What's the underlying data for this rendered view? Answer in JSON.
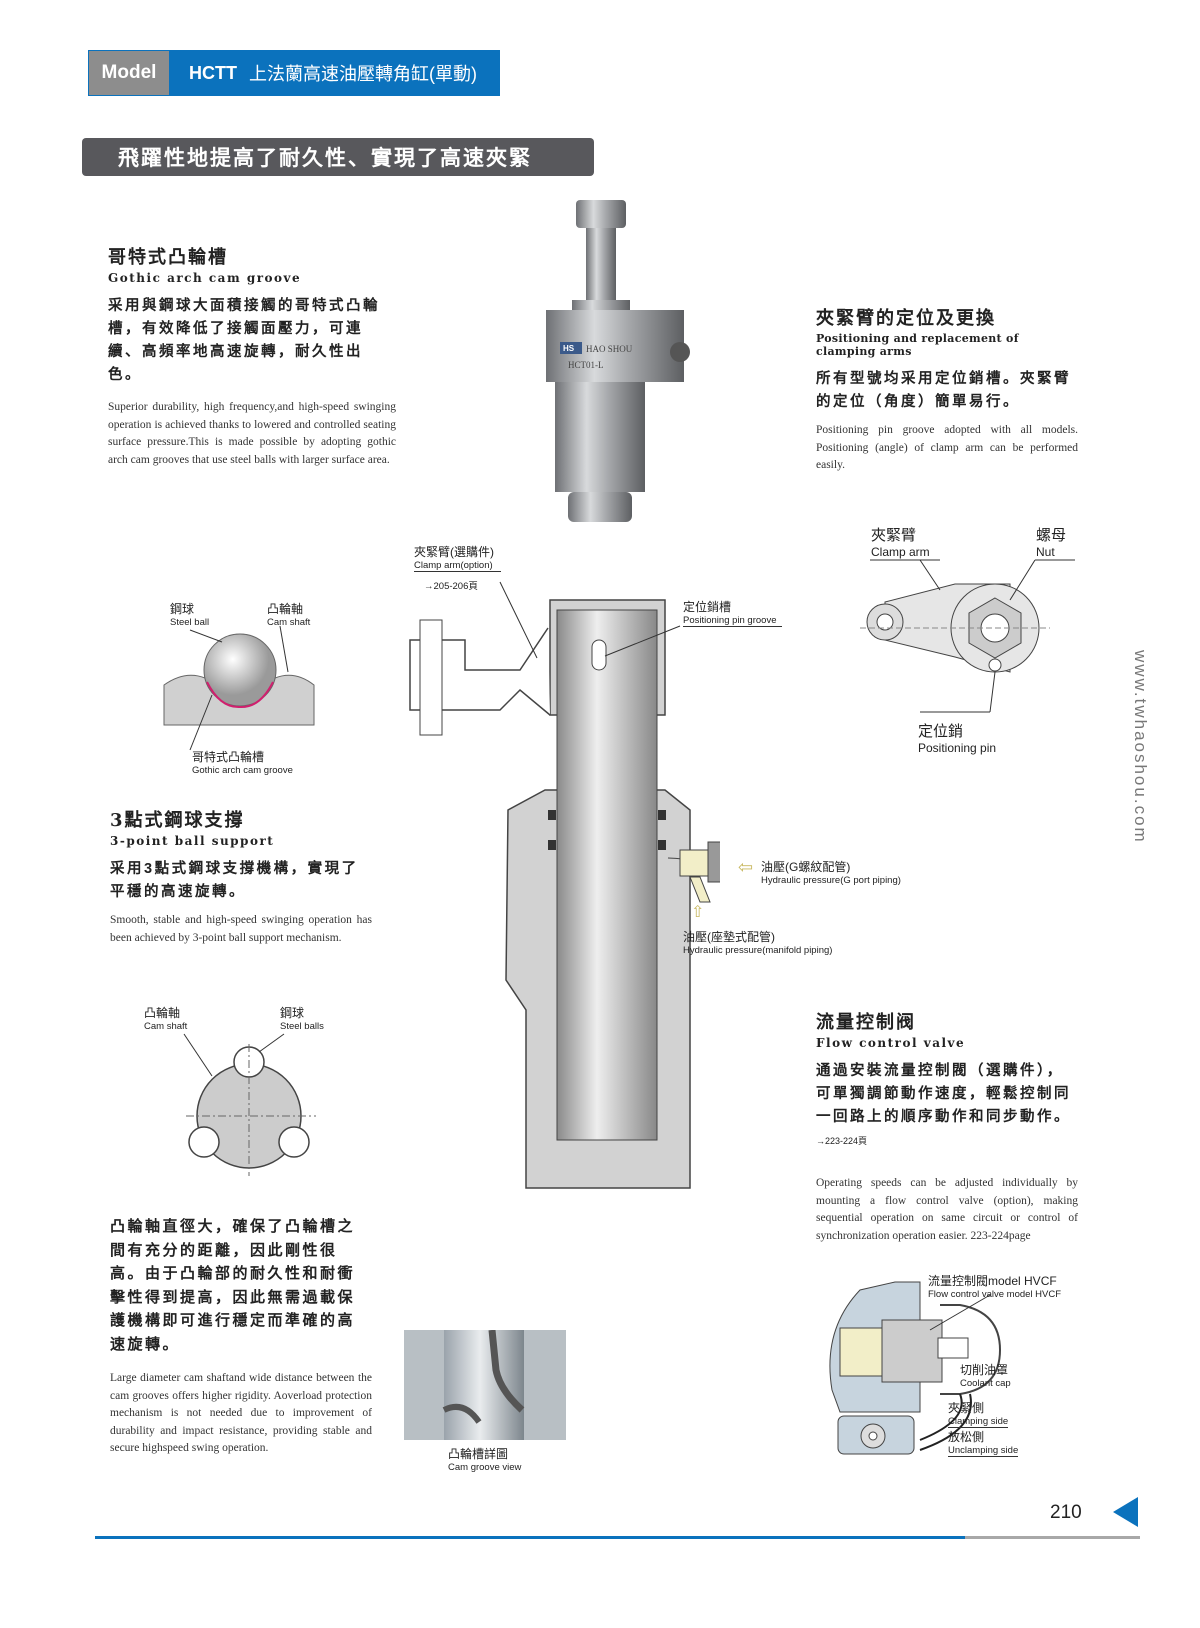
{
  "header": {
    "model_label": "Model",
    "model_code": "HCTT",
    "model_name": "上法蘭高速油壓轉角缸(單動)",
    "accent_color": "#0b72bd"
  },
  "banner": {
    "text": "飛躍性地提高了耐久性、實現了高速夾緊"
  },
  "gothic": {
    "title_cn": "哥特式凸輪槽",
    "title_en": "Gothic arch cam groove",
    "body_cn": "采用與鋼球大面積接觸的哥特式凸輪槽，有效降低了接觸面壓力，可連續、高頻率地高速旋轉，耐久性出色。",
    "body_en": "Superior durability, high frequency,and high-speed swinging operation is achieved thanks to lowered and controlled seating surface pressure.This is made possible by adopting gothic arch cam grooves that use steel balls with larger surface area."
  },
  "positioning": {
    "title_cn": "夾緊臂的定位及更換",
    "title_en": "Positioning and replacement of clamping arms",
    "body_cn": "所有型號均采用定位銷槽。夾緊臂的定位（角度）簡單易行。",
    "body_en": "Positioning pin groove adopted with all models. Positioning (angle) of clamp arm can be performed easily."
  },
  "photo": {
    "brand": "HS",
    "brand_text": "HAO SHOU",
    "model_mark": "HCT01-L"
  },
  "ball_diagram": {
    "steel_ball_cn": "鋼球",
    "steel_ball_en": "Steel ball",
    "cam_shaft_cn": "凸輪軸",
    "cam_shaft_en": "Cam shaft",
    "groove_cn": "哥特式凸輪槽",
    "groove_en": "Gothic arch cam groove"
  },
  "section": {
    "clamp_arm_cn": "夾緊臂(選購件)",
    "clamp_arm_en": "Clamp arm(option)",
    "clamp_arm_ref": "→205-206頁",
    "pin_groove_cn": "定位銷槽",
    "pin_groove_en": "Positioning pin groove",
    "g_port_cn": "油壓(G螺紋配管)",
    "g_port_en": "Hydraulic pressure(G port piping)",
    "manifold_cn": "油壓(座墊式配管)",
    "manifold_en": "Hydraulic pressure(manifold piping)"
  },
  "arm_diagram": {
    "clamp_arm_cn": "夾緊臂",
    "clamp_arm_en": "Clamp arm",
    "nut_cn": "螺母",
    "nut_en": "Nut",
    "pin_cn": "定位銷",
    "pin_en": "Positioning pin"
  },
  "website": "www.twhaoshou.com",
  "three_point": {
    "title_cn": "3點式鋼球支撐",
    "title_en": "3-point ball support",
    "body_cn": "采用3點式鋼球支撐機構，實現了平穩的高速旋轉。",
    "body_en": "Smooth, stable and high-speed swinging operation has been achieved by 3-point ball support mechanism."
  },
  "cam_diagram": {
    "cam_shaft_cn": "凸輪軸",
    "cam_shaft_en": "Cam shaft",
    "steel_balls_cn": "鋼球",
    "steel_balls_en": "Steel balls"
  },
  "rigidity": {
    "body_cn": "凸輪軸直徑大，確保了凸輪槽之間有充分的距離，因此剛性很高。由于凸輪部的耐久性和耐衝擊性得到提高，因此無需過載保護機構即可進行穩定而準確的高速旋轉。",
    "body_en": "Large diameter cam shaftand wide distance between the cam grooves offers higher rigidity. Aoverload protection mechanism is not needed due to improvement of durability and impact resistance, providing stable and secure highspeed swing operation."
  },
  "cam_photo": {
    "label_cn": "凸輪槽詳圖",
    "label_en": "Cam groove view"
  },
  "flow": {
    "title_cn": "流量控制阀",
    "title_en": "Flow control valve",
    "body_cn": "通過安裝流量控制閥（選購件），可單獨調節動作速度，輕鬆控制同一回路上的順序動作和同步動作。",
    "body_cn_ref": "→223-224頁",
    "body_en": "Operating speeds can be adjusted individually by mounting a flow control valve (option), making sequential operation on same circuit or control of synchronization operation easier. 223-224page"
  },
  "valve_diagram": {
    "model_cn": "流量控制閥model HVCF",
    "model_en": "Flow control valve  model HVCF",
    "cap_cn": "切削油罩",
    "cap_en": "Coolant cap",
    "clamp_cn": "夾緊側",
    "clamp_en": "Clamping side",
    "unclamp_cn": "放松側",
    "unclamp_en": "Unclamping side"
  },
  "footer": {
    "page_number": "210"
  }
}
